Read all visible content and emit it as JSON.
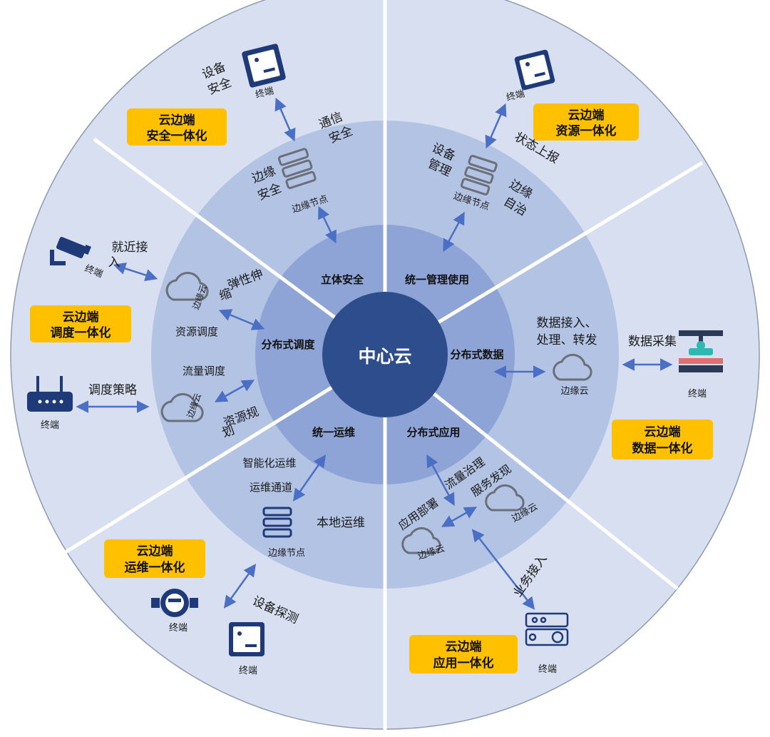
{
  "center": "中心云",
  "inner_ring": {
    "top_left": "立体安全",
    "top_right": "统一管理使用",
    "left": "分布式调度",
    "right": "分布式数据",
    "bottom_left": "统一运维",
    "bottom_right": "分布式应用"
  },
  "badges": {
    "security": [
      "云边端",
      "安全一体化"
    ],
    "resource": [
      "云边端",
      "资源一体化"
    ],
    "scheduling": [
      "云边端",
      "调度一体化"
    ],
    "data": [
      "云边端",
      "数据一体化"
    ],
    "ops": [
      "云边端",
      "运维一体化"
    ],
    "app": [
      "云边端",
      "应用一体化"
    ]
  },
  "labels": {
    "terminal": "终端",
    "edge_node": "边缘节点",
    "edge_cloud": "边缘云",
    "device_security": [
      "设备",
      "安全"
    ],
    "comm_security": [
      "通信",
      "安全"
    ],
    "edge_security": [
      "边缘",
      "安全"
    ],
    "device_mgmt": [
      "设备",
      "管理"
    ],
    "status_report": "状态上报",
    "edge_autonomy": [
      "边缘",
      "自治"
    ],
    "nearby_access": [
      "就近接",
      "入"
    ],
    "elastic": [
      "弹性伸",
      "缩"
    ],
    "resource_sched": "资源调度",
    "flow_sched": "流量调度",
    "sched_policy": "调度策略",
    "resource_plan": [
      "资源规",
      "划"
    ],
    "data_access": [
      "数据接入、",
      "处理、转发"
    ],
    "data_collect": "数据采集",
    "smart_ops": "智能化运维",
    "ops_channel": "运维通道",
    "local_ops": "本地运维",
    "device_probe": "设备探测",
    "flow_gov": "流量治理",
    "service_disc": "服务发现",
    "app_deploy": "应用部署",
    "biz_access": "业务接入"
  },
  "colors": {
    "outer": "#d7dff0",
    "middle": "#b3c3e4",
    "inner": "#8fa4d6",
    "center": "#2e4d8c",
    "badge": "#ffc000",
    "icon": "#1f3a78",
    "arrow": "#4a6fc4"
  }
}
